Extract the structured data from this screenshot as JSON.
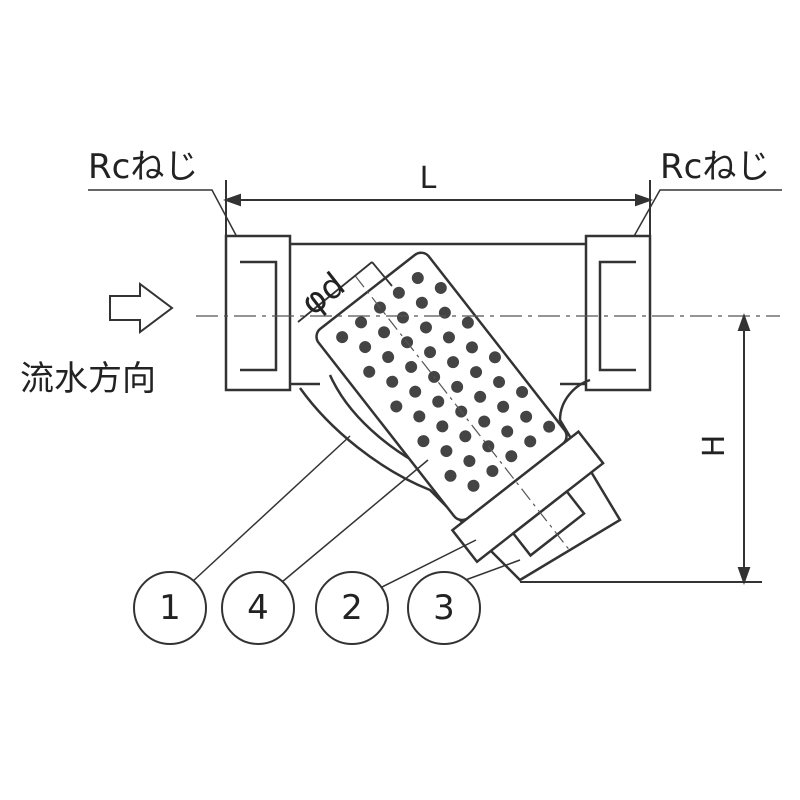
{
  "labels": {
    "rc_left": "Rcねじ",
    "rc_right": "Rcねじ",
    "length": "L",
    "height": "H",
    "diameter": "φd",
    "flow_direction": "流水方向"
  },
  "callouts": [
    "1",
    "4",
    "2",
    "3"
  ]
}
